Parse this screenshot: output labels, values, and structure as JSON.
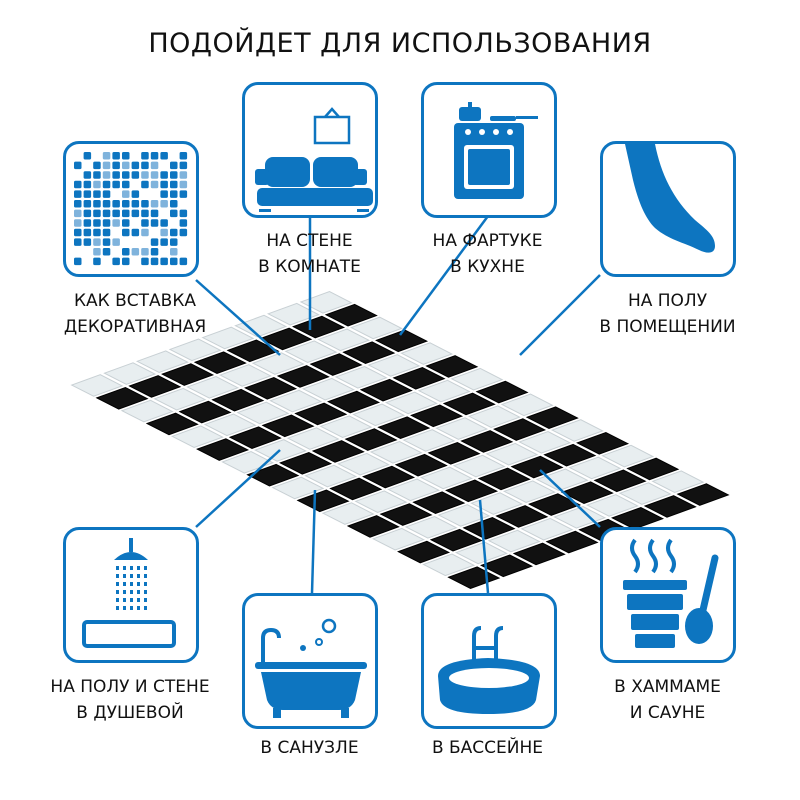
{
  "title": "ПОДОЙДЕТ ДЛЯ ИСПОЛЬЗОВАНИЯ",
  "accent_color": "#0d75c0",
  "uses": [
    {
      "icon": "mosaic-icon",
      "line1": "КАК ВСТАВКА",
      "line2": "ДЕКОРАТИВНАЯ"
    },
    {
      "icon": "sofa-icon",
      "line1": "НА СТЕНЕ",
      "line2": "В КОМНАТЕ"
    },
    {
      "icon": "stove-icon",
      "line1": "НА ФАРТУКЕ",
      "line2": "В КУХНЕ"
    },
    {
      "icon": "foot-icon",
      "line1": "НА ПОЛУ",
      "line2": "В ПОМЕЩЕНИИ"
    },
    {
      "icon": "shower-icon",
      "line1": "НА ПОЛУ И СТЕНЕ",
      "line2": "В ДУШЕВОЙ"
    },
    {
      "icon": "bathtub-icon",
      "line1": "В САНУЗЛЕ"
    },
    {
      "icon": "pool-icon",
      "line1": "В БАССЕЙНЕ"
    },
    {
      "icon": "sauna-icon",
      "line1": "В ХАММАМЕ",
      "line2": "И САУНЕ"
    }
  ]
}
